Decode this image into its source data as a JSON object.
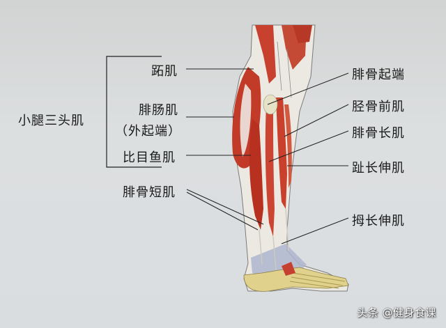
{
  "diagram": {
    "subject": "lower-leg-muscles-lateral-view",
    "group_label": "小腿三头肌",
    "left_labels": [
      {
        "id": "plantaris",
        "text": "跖肌"
      },
      {
        "id": "gastrocnemius",
        "text": "腓肠肌"
      },
      {
        "id": "gastrocnemius_sub",
        "text": "（外起端）"
      },
      {
        "id": "soleus",
        "text": "比目鱼肌"
      },
      {
        "id": "peroneus_brevis",
        "text": "腓骨短肌"
      }
    ],
    "right_labels": [
      {
        "id": "fibula_origin",
        "text": "腓骨起端"
      },
      {
        "id": "tibialis_anterior",
        "text": "胫骨前肌"
      },
      {
        "id": "peroneus_longus",
        "text": "腓骨长肌"
      },
      {
        "id": "ext_digitorum_longus",
        "text": "趾长伸肌"
      },
      {
        "id": "ext_hallucis_longus",
        "text": "拇长伸肌"
      }
    ],
    "colors": {
      "background": "#dadde0",
      "muscle": "#c8402e",
      "muscle_dark": "#a82a1e",
      "tendon": "#eae6dc",
      "bone": "#e2d79a",
      "ligament": "#a9b1cc",
      "line": "#222222"
    }
  },
  "watermark": "头条 @健身食课"
}
